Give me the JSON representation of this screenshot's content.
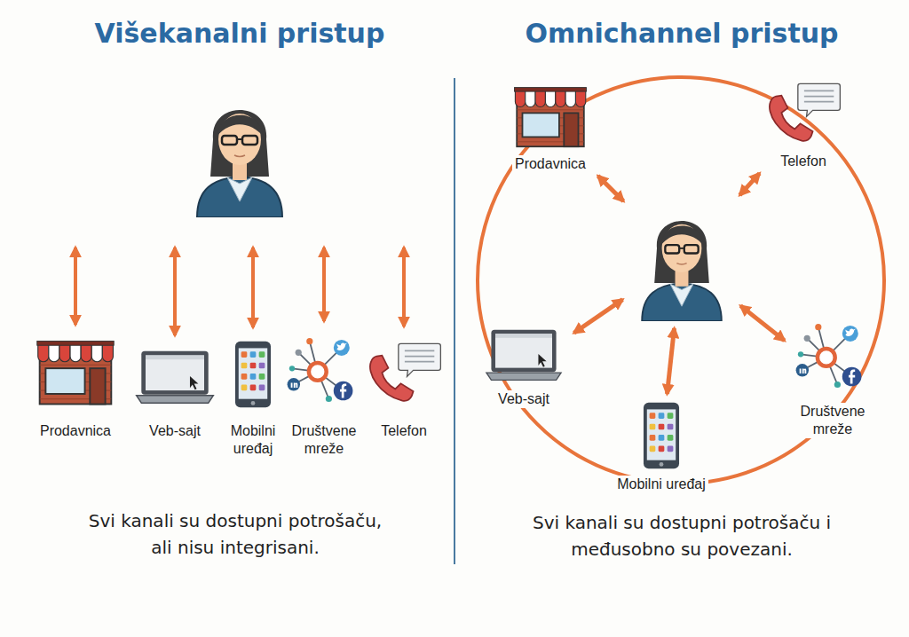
{
  "diagram": {
    "nodes": [
      {
        "text": []
      },
      {
        "text": [
          "Prodavnica"
        ]
      },
      {
        "text": [
          "Veb-sajt"
        ]
      },
      {
        "text": [
          "Mobilni uređaj"
        ]
      },
      {
        "text": [
          "Društvene mreže"
        ]
      },
      {
        "text": [
          "Telefon"
        ]
      },
      {
        "text": [
          "Prodavnica"
        ]
      },
      {
        "text": [
          "Telefon"
        ]
      },
      {
        "text": []
      },
      {
        "text": [
          "Veb-sajt"
        ]
      },
      {
        "text": [
          "Društvene mreže"
        ]
      },
      {
        "text": [
          "Mobilni uređaj"
        ]
      }
    ],
    "edges": [
      {
        "from": 0,
        "to": 1,
        "arrow": "both"
      },
      {
        "from": 0,
        "to": 2,
        "arrow": "both"
      },
      {
        "from": 0,
        "to": 3,
        "arrow": "both"
      },
      {
        "from": 0,
        "to": 4,
        "arrow": "both"
      },
      {
        "from": 0,
        "to": 5,
        "arrow": "both"
      },
      {
        "from": 8,
        "to": 6,
        "arrow": "both"
      },
      {
        "from": 8,
        "to": 7,
        "arrow": "both"
      },
      {
        "from": 8,
        "to": 9,
        "arrow": "both"
      },
      {
        "from": 8,
        "to": 10,
        "arrow": "both"
      },
      {
        "from": 8,
        "to": 11,
        "arrow": "both"
      }
    ],
    "labels": [
      "Višekanalni pristup",
      "Svi kanali su dostupni potrošaču, ali nisu integrisani.",
      "Omnichannel pristup",
      "Svi kanali su dostupni potrošaču i međusobno su povezani."
    ]
  }
}
